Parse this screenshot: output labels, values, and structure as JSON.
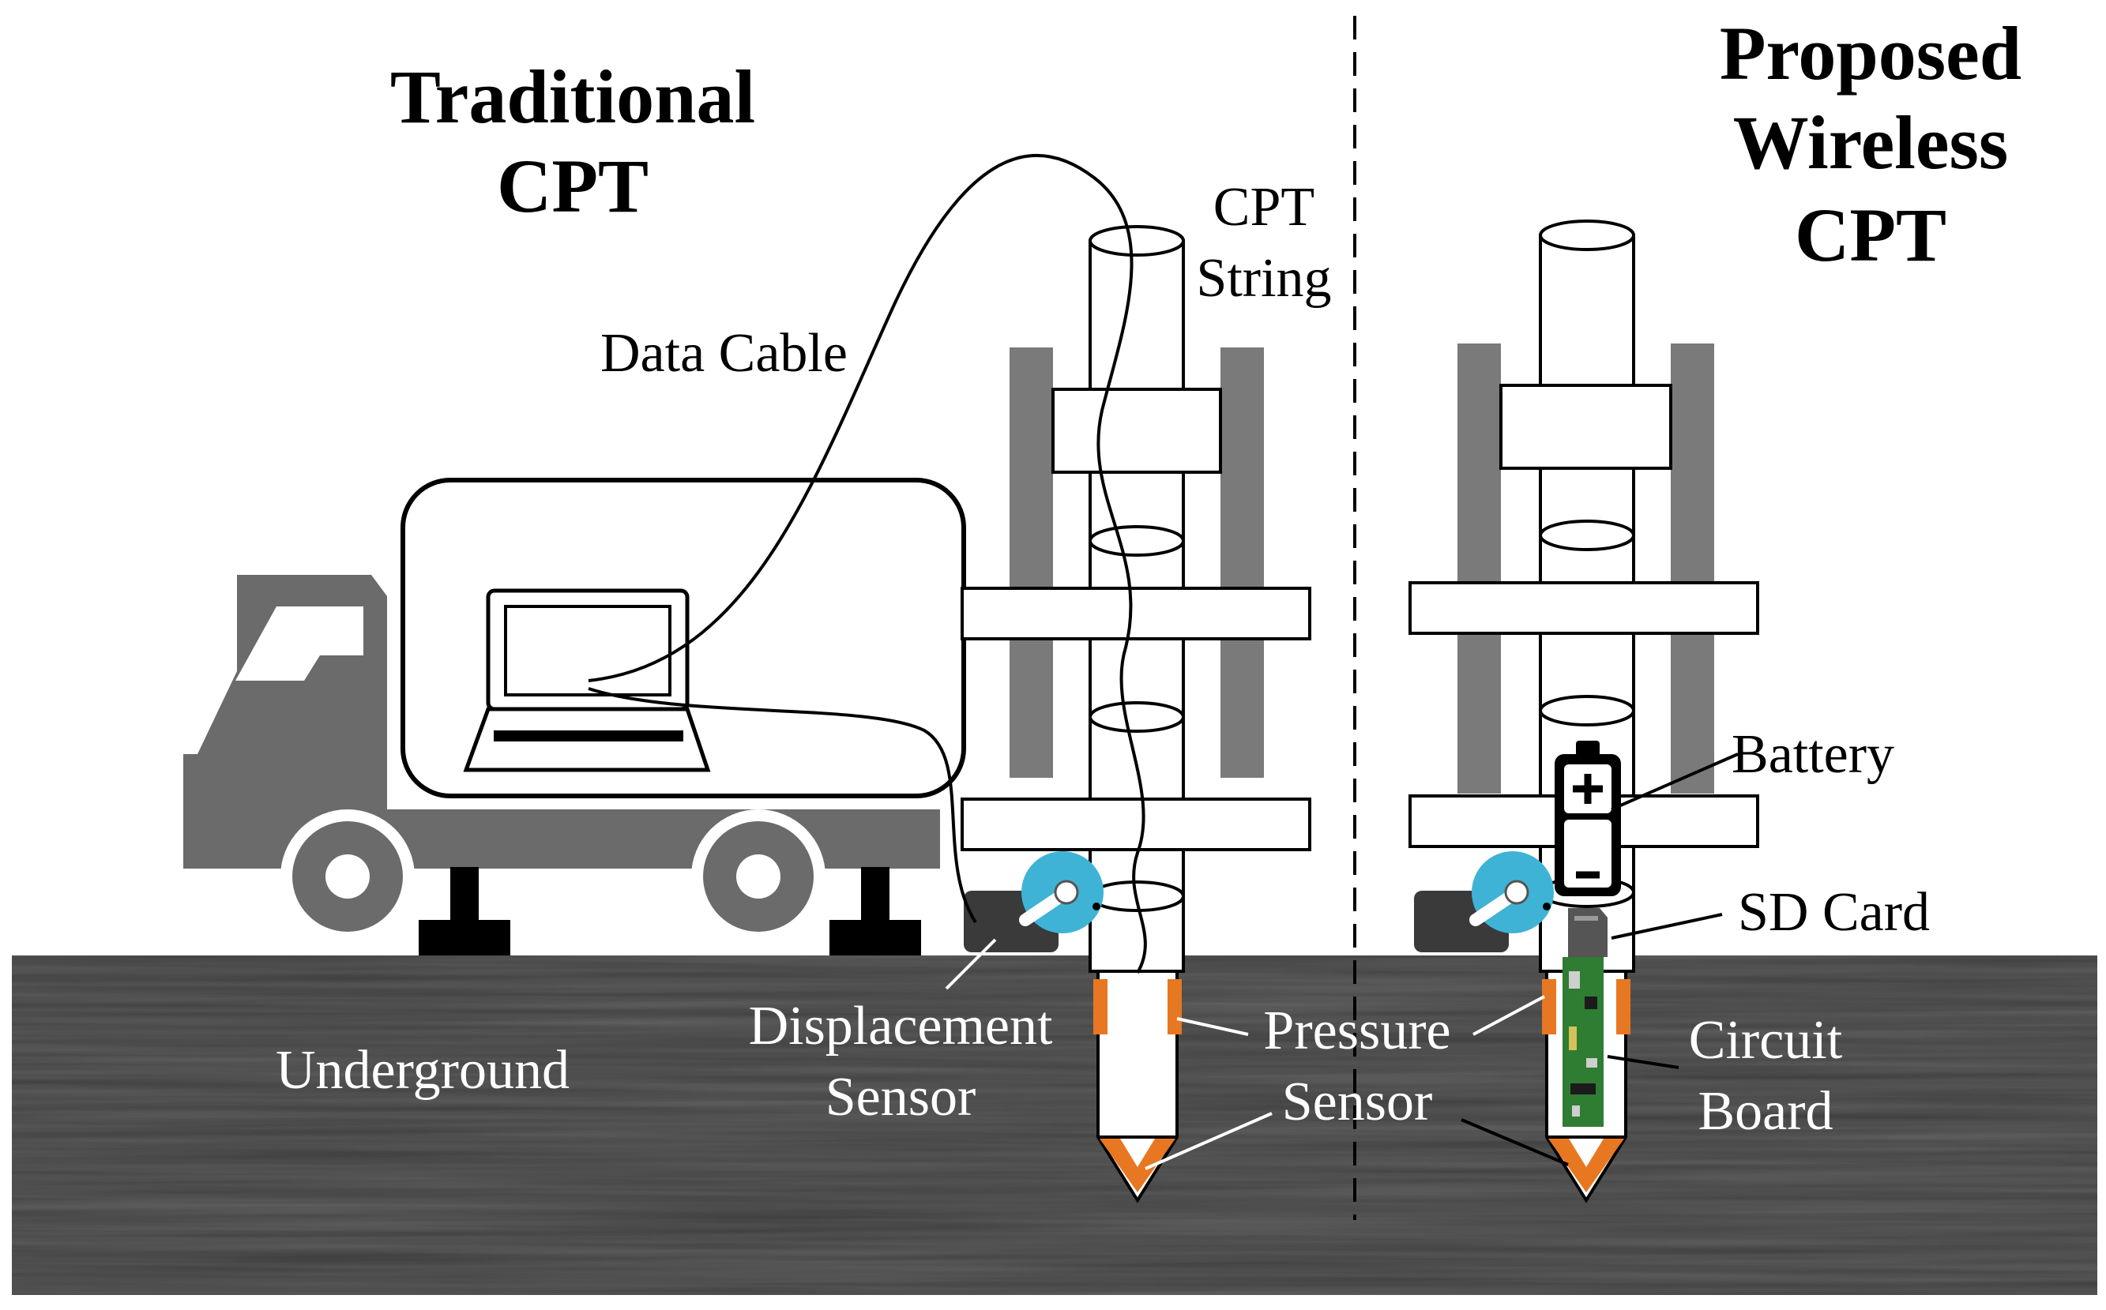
{
  "titles": {
    "traditional": [
      "Traditional",
      "CPT"
    ],
    "proposed": [
      "Proposed",
      "Wireless",
      "CPT"
    ]
  },
  "labels": {
    "data_cable": "Data Cable",
    "cpt_string": [
      "CPT",
      "String"
    ],
    "underground": "Underground",
    "displacement_sensor": [
      "Displacement",
      "Sensor"
    ],
    "pressure_sensor": [
      "Pressure",
      "Sensor"
    ],
    "battery": "Battery",
    "sd_card": "SD Card",
    "circuit_board": [
      "Circuit",
      "Board"
    ]
  },
  "colors": {
    "truck": "#6b6b6b",
    "frame": "#7a7a7a",
    "ground": "#3c3c3c",
    "sensor_orange": "#e87722",
    "wheel_sensor_blue": "#3fb3d6",
    "circuit_green": "#2e7d32"
  }
}
